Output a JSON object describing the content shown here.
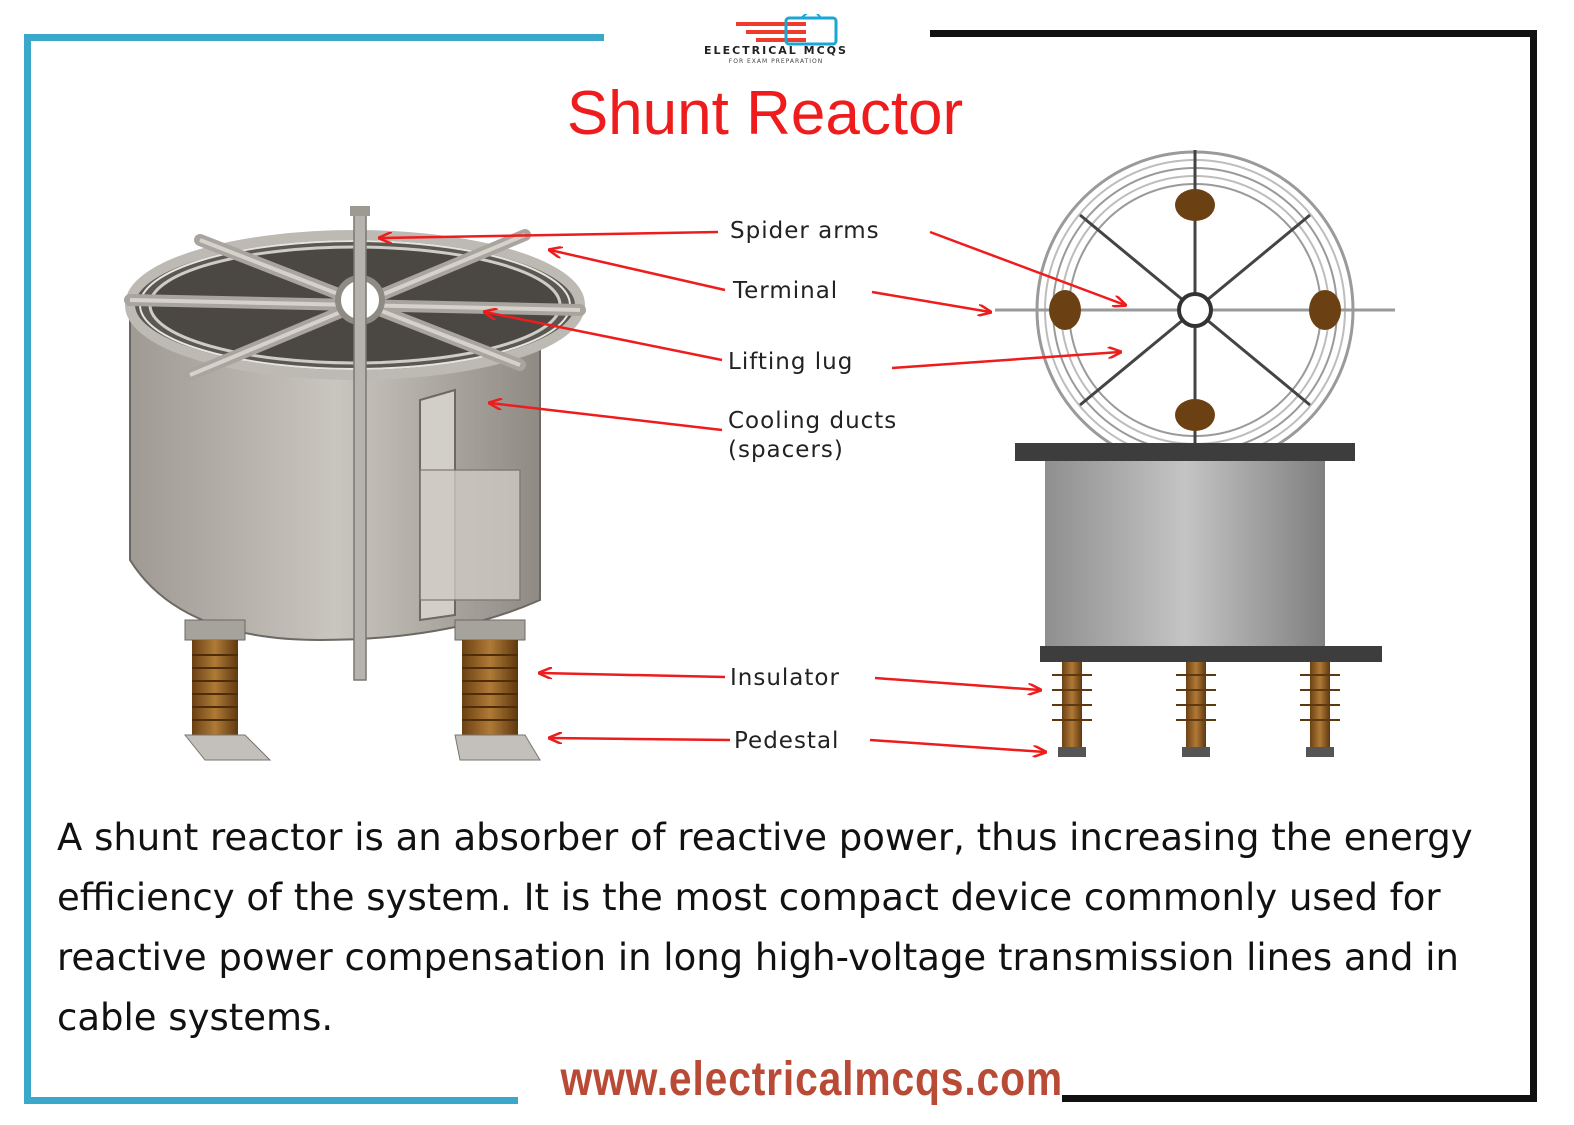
{
  "logo": {
    "text": "ELECTRICAL MCQS",
    "subtext": "FOR EXAM PREPARATION"
  },
  "title": "Shunt Reactor",
  "labels": {
    "spider_arms": "Spider arms",
    "terminal": "Terminal",
    "lifting_lug": "Lifting lug",
    "cooling_ducts_line1": "Cooling ducts",
    "cooling_ducts_line2": "(spacers)",
    "insulator": "Insulator",
    "pedestal": "Pedestal"
  },
  "description": "A shunt reactor is an absorber of reactive power, thus increasing the energy efficiency of the system. It is the most compact device commonly used for reactive power compensation in long high-voltage transmission lines and in cable systems.",
  "footer_url": "www.electricalmcqs.com",
  "colors": {
    "title": "#ee1c1c",
    "arrows": "#ee1c1c",
    "frame_left": "#3aa8c9",
    "frame_right": "#111111",
    "coil": "#b0aba4",
    "insulator": "#8a5a1e"
  }
}
